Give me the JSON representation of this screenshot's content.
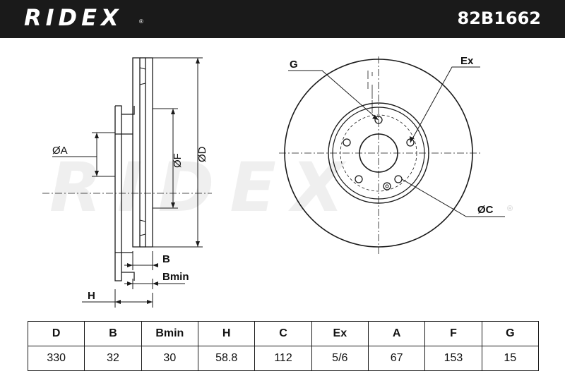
{
  "header": {
    "brand": "RIDEX",
    "brand_mark": "®",
    "part_number": "82B1662"
  },
  "watermark": {
    "text": "RIDEX",
    "mark": "®"
  },
  "diagram": {
    "labels": {
      "A": "ØA",
      "F": "ØF",
      "D": "ØD",
      "B": "B",
      "Bmin": "Bmin",
      "H": "H",
      "G": "G",
      "Ex": "Ex",
      "C": "ØC"
    }
  },
  "specs": {
    "headers": [
      "D",
      "B",
      "Bmin",
      "H",
      "C",
      "Ex",
      "A",
      "F",
      "G"
    ],
    "values": [
      "330",
      "32",
      "30",
      "58.8",
      "112",
      "5/6",
      "67",
      "153",
      "15"
    ]
  }
}
